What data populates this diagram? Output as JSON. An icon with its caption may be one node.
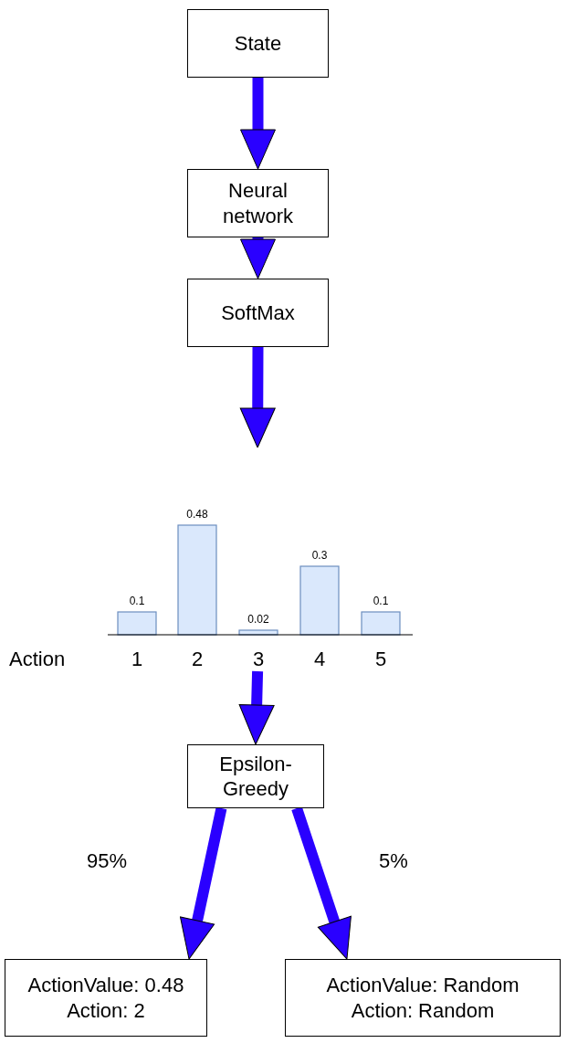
{
  "diagram": {
    "nodes": [
      {
        "text": [
          "State"
        ]
      },
      {
        "text": [
          "Neural network"
        ]
      },
      {
        "text": [
          "SoftMax"
        ]
      },
      {
        "text": [],
        "shape": "picture"
      },
      {
        "text": [
          "Epsilon-Greedy"
        ]
      },
      {
        "text": [
          "ActionValue: 0.48 Action: 2"
        ]
      },
      {
        "text": [
          "ActionValue: Random Action: Random"
        ]
      }
    ],
    "edges": [
      {
        "from": 0,
        "to": 1,
        "arrow": "to"
      },
      {
        "from": 1,
        "to": 2,
        "arrow": "to"
      },
      {
        "from": 2,
        "to": 3,
        "arrow": "to"
      },
      {
        "from": 3,
        "to": 4,
        "arrow": "to"
      },
      {
        "from": 4,
        "to": 5,
        "arrow": "to",
        "label": "95%"
      },
      {
        "from": 4,
        "to": 6,
        "arrow": "to",
        "label": "5%"
      }
    ],
    "chart_data": {
      "type": "bar",
      "xlabel": "Action",
      "categories": [
        "1",
        "2",
        "3",
        "4",
        "5"
      ],
      "values": [
        0.1,
        0.48,
        0.02,
        0.3,
        0.1
      ],
      "data_labels": true
    }
  }
}
